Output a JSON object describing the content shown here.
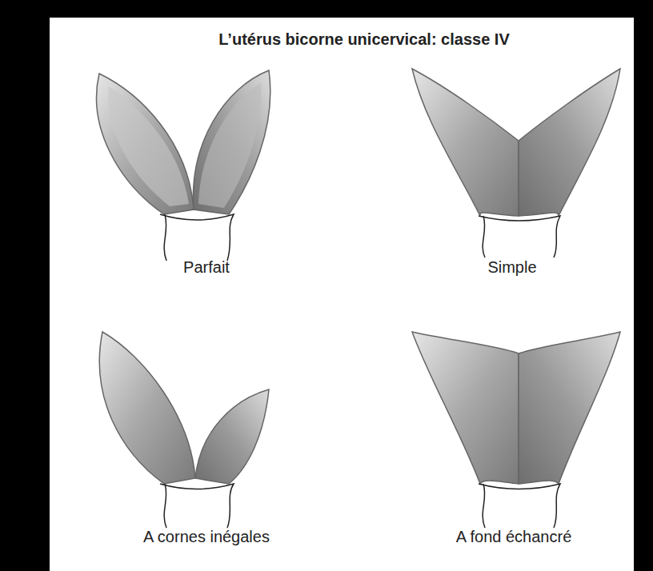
{
  "diagram": {
    "title": "L’utérus bicorne unicervical: classe IV",
    "labels": [
      "Parfait",
      "Simple",
      "A cornes inégales",
      "A fond échancré"
    ]
  }
}
